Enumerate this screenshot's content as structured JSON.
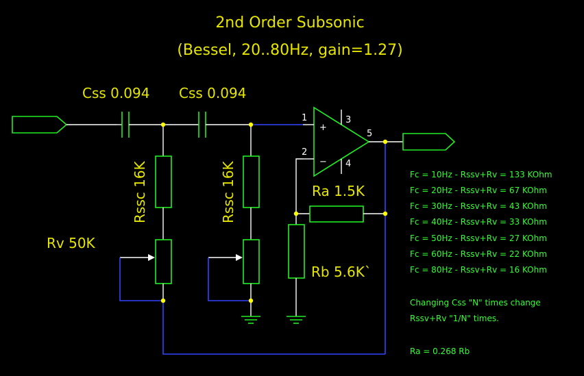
{
  "title": {
    "line1": "2nd Order Subsonic",
    "line2": "(Bessel, 20..80Hz, gain=1.27)"
  },
  "components": {
    "css1": "Css 0.094",
    "css2": "Css 0.094",
    "rssc1": "Rssc 16K",
    "rssc2": "Rssc 16K",
    "rv": "Rv 50K",
    "ra": "Ra 1.5K",
    "rb": "Rb 5.6K`"
  },
  "pins": {
    "p1": "1",
    "p2": "2",
    "p3": "3",
    "p4": "4",
    "p5": "5",
    "plus": "+",
    "minus": "−"
  },
  "notes": {
    "fc_table": [
      "Fc = 10Hz - Rssv+Rv = 133 KOhm",
      "Fc = 20Hz - Rssv+Rv = 67 KOhm",
      "Fc = 30Hz - Rssv+Rv = 43 KOhm",
      "Fc = 40Hz - Rssv+Rv = 33 KOhm",
      "Fc = 50Hz - Rssv+Rv = 27 KOhm",
      "Fc = 60Hz - Rssv+Rv = 22 KOhm",
      "Fc = 80Hz - Rssv+Rv = 16 KOhm"
    ],
    "change_line1": "Changing Css \"N\" times change",
    "change_line2": "Rssv+Rv \"1/N\" times.",
    "ratio": "Ra = 0.268 Rb"
  },
  "colors": {
    "background": "#000000",
    "text": "#e6e600",
    "component": "#22ee22",
    "wire": "#ffffff",
    "feedback_wire": "#3344ff",
    "junction": "#ffff00"
  }
}
